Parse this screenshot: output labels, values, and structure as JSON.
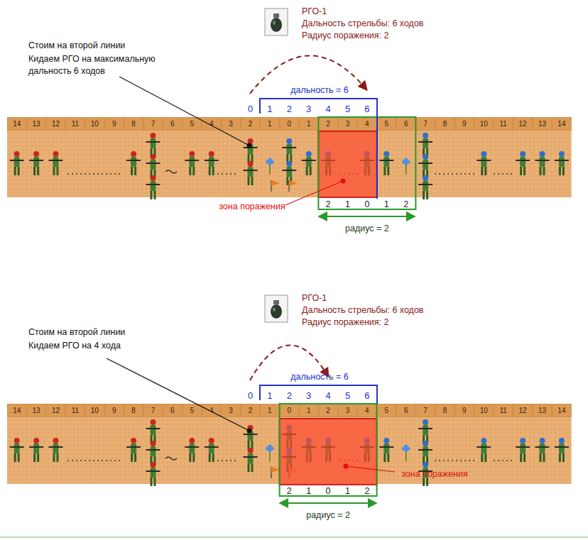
{
  "diagram": {
    "nodes": [
      {
        "text": [
          "РГО-1",
          "Дальность стрельбы: 6 ходов",
          "Радиус поражения: 2"
        ]
      },
      {
        "text": [
          "РГО-1",
          "Дальность стрельбы: 6 ходов",
          "Радиус поражения: 2"
        ]
      }
    ],
    "labels": [
      "Стоим на второй линии",
      "Кидаем РГО на максимальную дальность 6 ходов",
      "дальность = 6",
      "0",
      "1",
      "2",
      "3",
      "4",
      "5",
      "6",
      "14",
      "13",
      "12",
      "11",
      "10",
      "9",
      "8",
      "7",
      "6",
      "5",
      "4",
      "3",
      "2",
      "1",
      "0",
      "1",
      "2",
      "3",
      "4",
      "5",
      "6",
      "7",
      "8",
      "9",
      "10",
      "11",
      "12",
      "13",
      "14",
      "зона поражения",
      "2",
      "1",
      "0",
      "1",
      "2",
      "радиус = 2",
      "Стоим на второй линии",
      "Кидаем РГО на 4 хода",
      "дальность = 6",
      "0",
      "1",
      "2",
      "3",
      "4",
      "5",
      "6",
      "14",
      "13",
      "12",
      "11",
      "10",
      "9",
      "8",
      "7",
      "6",
      "5",
      "4",
      "3",
      "2",
      "1",
      "0",
      "1",
      "2",
      "3",
      "4",
      "5",
      "6",
      "7",
      "8",
      "9",
      "10",
      "11",
      "12",
      "13",
      "14",
      "зона поражения",
      "2",
      "1",
      "0",
      "1",
      "2",
      "радиус = 2"
    ]
  }
}
